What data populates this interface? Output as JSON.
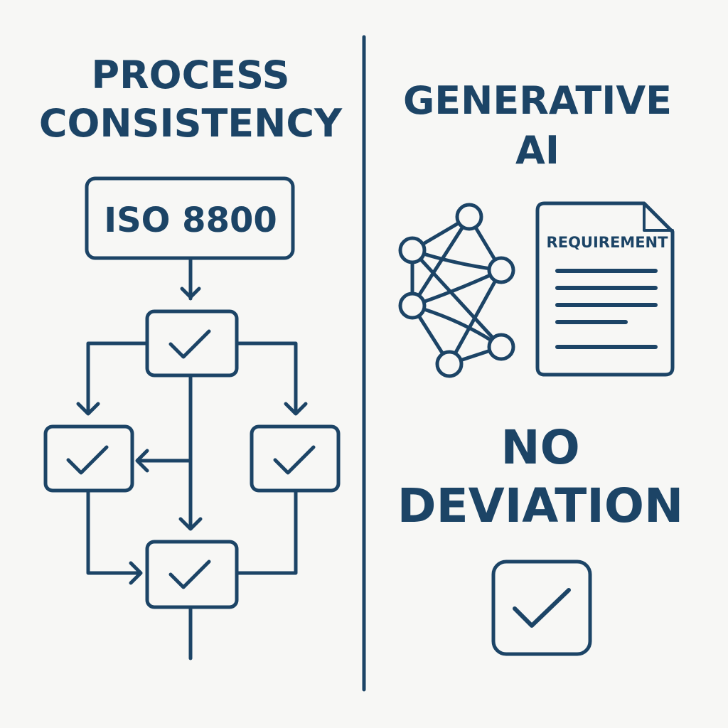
{
  "colors": {
    "ink": "#1c4466",
    "background": "#f7f7f5"
  },
  "left": {
    "title_line1": "PROCESS",
    "title_line2": "CONSISTENCY",
    "standard_box": "ISO 8800"
  },
  "right": {
    "title_line1": "GENERATIVE",
    "title_line2": "AI",
    "document_label": "REQUIREMENT",
    "result_line1": "NO",
    "result_line2": "DEVIATION"
  }
}
